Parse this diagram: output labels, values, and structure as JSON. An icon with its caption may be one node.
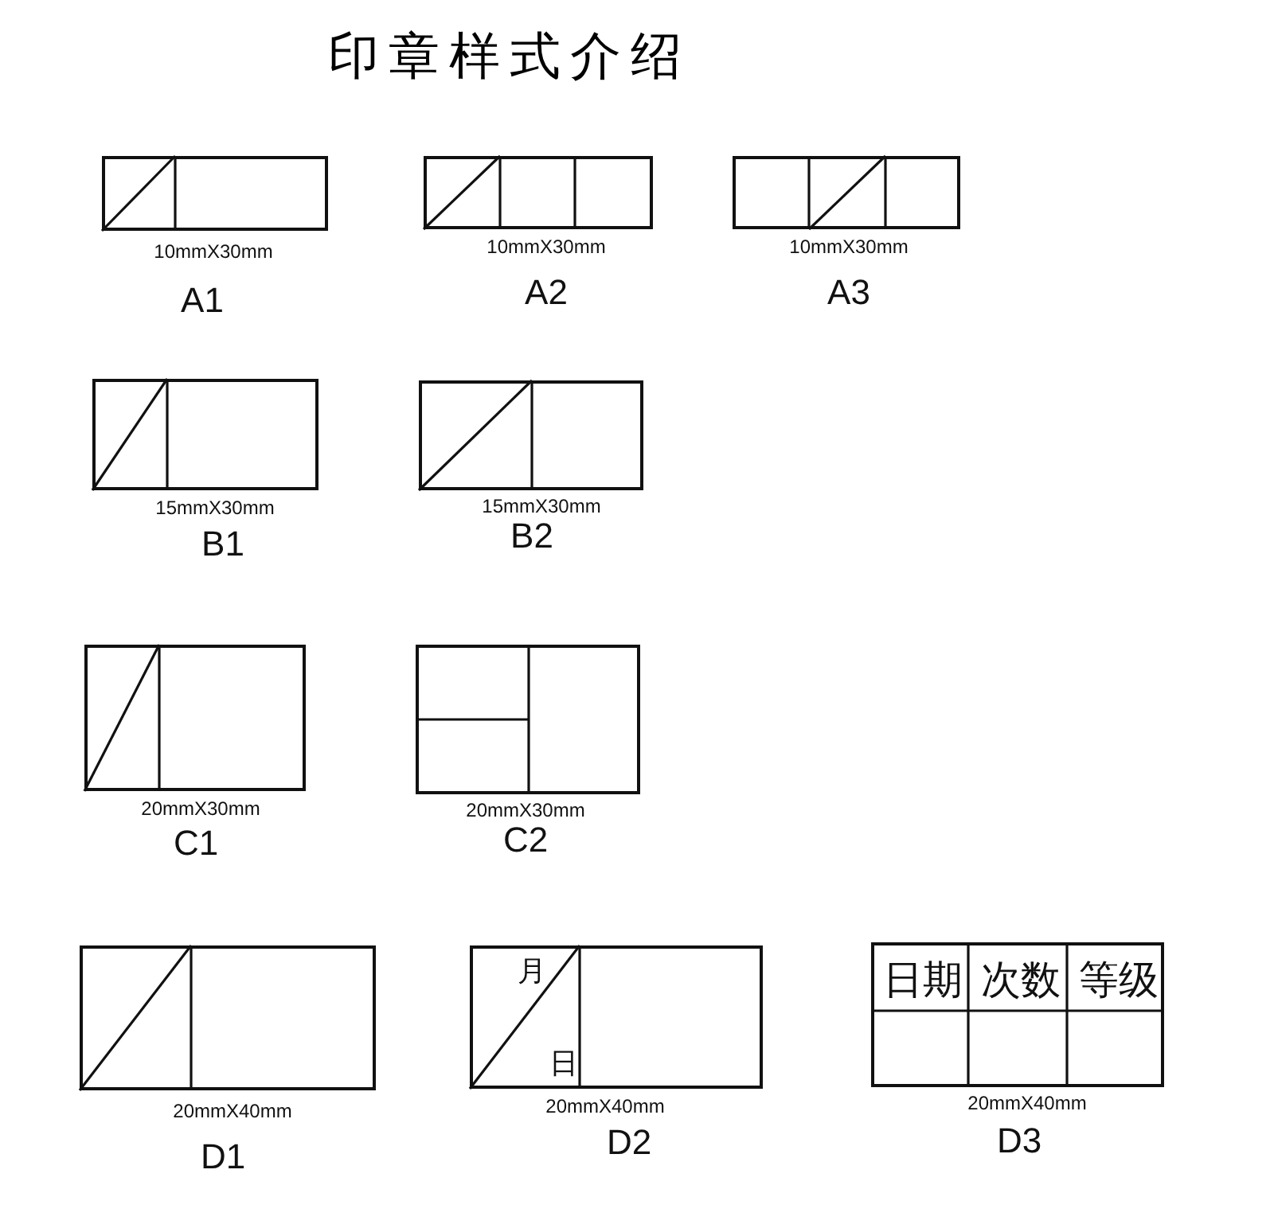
{
  "diagram": {
    "title": "印章样式介绍",
    "nodes": [
      {
        "text": [],
        "shape": "box",
        "beside": [
          "10mmX30mm",
          "A1"
        ]
      },
      {
        "text": [],
        "shape": "box",
        "beside": [
          "10mmX30mm",
          "A2"
        ]
      },
      {
        "text": [],
        "shape": "box",
        "beside": [
          "10mmX30mm",
          "A3"
        ]
      },
      {
        "text": [],
        "shape": "box",
        "beside": [
          "15mmX30mm",
          "B1"
        ]
      },
      {
        "text": [],
        "shape": "box",
        "beside": [
          "15mmX30mm",
          "B2"
        ]
      },
      {
        "text": [],
        "shape": "box",
        "beside": [
          "20mmX30mm",
          "C1"
        ]
      },
      {
        "text": [],
        "shape": "box",
        "beside": [
          "20mmX30mm",
          "C2"
        ]
      },
      {
        "text": [],
        "shape": "box",
        "beside": [
          "20mmX40mm",
          "D1"
        ]
      },
      {
        "text": [
          "月",
          "日"
        ],
        "beside": [
          "20mmX40mm",
          "D2"
        ]
      },
      {
        "text": [],
        "shape": "box",
        "beside": [
          "20mmX40mm",
          "D3"
        ]
      },
      {
        "text": [
          "日期"
        ],
        "in": 9
      },
      {
        "text": [
          "次数"
        ],
        "in": 9
      },
      {
        "text": [
          "等级"
        ],
        "in": 9
      }
    ],
    "edges": []
  }
}
